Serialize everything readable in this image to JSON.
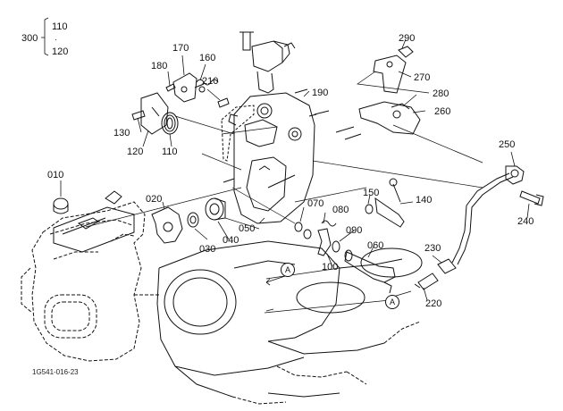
{
  "parts": {
    "p300": "300",
    "p110a": "110",
    "p120a": "120",
    "p170": "170",
    "p160": "160",
    "p180": "180",
    "p210": "210",
    "p190": "190",
    "p290": "290",
    "p270": "270",
    "p280": "280",
    "p260": "260",
    "p130": "130",
    "p120": "120",
    "p110": "110",
    "p010": "010",
    "p020": "020",
    "p030": "030",
    "p040": "040",
    "p050": "050",
    "p070": "070",
    "p080": "080",
    "p090": "090",
    "p060": "060",
    "p100": "100",
    "p150": "150",
    "p140": "140",
    "p250": "250",
    "p240": "240",
    "p230": "230",
    "p220": "220"
  },
  "callouts": {
    "a1": "A",
    "a2": "A"
  },
  "drawing_ref": "1G541-016-23",
  "colors": {
    "line": "#111111",
    "background": "#ffffff"
  }
}
